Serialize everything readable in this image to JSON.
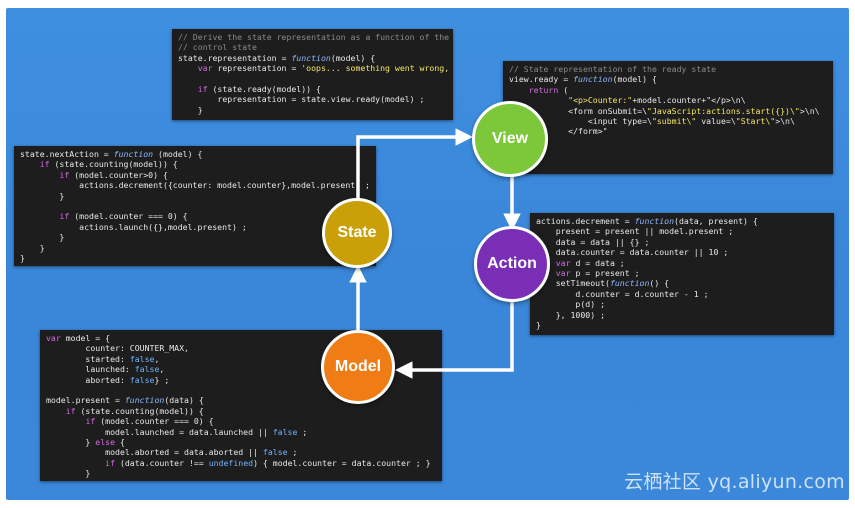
{
  "nodes": {
    "state": "State",
    "view": "View",
    "action": "Action",
    "model": "Model"
  },
  "colors": {
    "background": "#3b88db",
    "state": "#c9a007",
    "view": "#7cc73a",
    "action": "#7a2db5",
    "model": "#f07c16",
    "arrow": "#ffffff"
  },
  "code_blocks": {
    "representation": [
      "// Derive the state representation as a function of the",
      "// control state",
      "state.representation = function(model) {",
      "    var representation = 'oops... something went wrong,",
      "",
      "    if (state.ready(model)) {",
      "        representation = state.view.ready(model) ;",
      "    }"
    ],
    "view_ready": [
      "// State representation of the ready state",
      "view.ready = function(model) {",
      "    return (",
      "            \"<p>Counter:\"+model.counter+\"</p>\\n\\",
      "            <form onSubmit=\\\"JavaScript:actions.start({})\\\">\\n\\",
      "                <input type=\\\"submit\\\" value=\\\"Start\\\">\\n\\",
      "            </form>\"",
      "    ) ;"
    ],
    "next_action": [
      "state.nextAction = function (model) {",
      "    if (state.counting(model)) {",
      "        if (model.counter>0) {",
      "            actions.decrement({counter: model.counter},model.present) ;",
      "        }",
      "",
      "        if (model.counter === 0) {",
      "            actions.launch({},model.present) ;",
      "        }",
      "    }",
      "}"
    ],
    "decrement": [
      "actions.decrement = function(data, present) {",
      "    present = present || model.present ;",
      "    data = data || {} ;",
      "    data.counter = data.counter || 10 ;",
      "    var d = data ;",
      "    var p = present ;",
      "    setTimeout(function() {",
      "        d.counter = d.counter - 1 ;",
      "        p(d) ;",
      "    }, 1000) ;",
      "}"
    ],
    "model": [
      "var model = {",
      "        counter: COUNTER_MAX,",
      "        started: false,",
      "        launched: false,",
      "        aborted: false} ;",
      "",
      "model.present = function(data) {",
      "    if (state.counting(model)) {",
      "        if (model.counter === 0) {",
      "            model.launched = data.launched || false ;",
      "        } else {",
      "            model.aborted = data.aborted || false ;",
      "            if (data.counter !== undefined) { model.counter = data.counter ; }",
      "        }"
    ]
  },
  "watermark": "云栖社区 yq.aliyun.com"
}
